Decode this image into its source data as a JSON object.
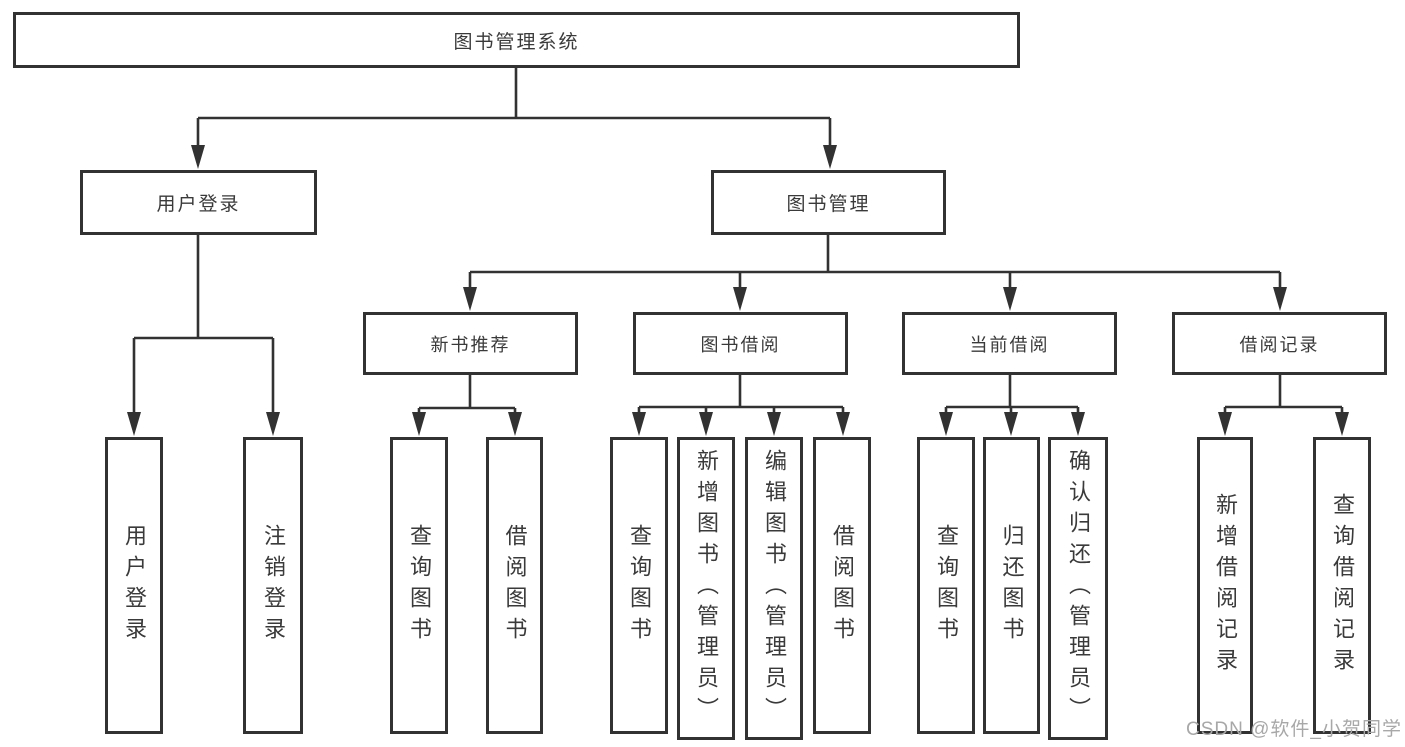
{
  "diagram": {
    "root": {
      "label": "图书管理系统"
    },
    "level2": [
      {
        "label": "用户登录"
      },
      {
        "label": "图书管理"
      }
    ],
    "level3": [
      {
        "label": "新书推荐"
      },
      {
        "label": "图书借阅"
      },
      {
        "label": "当前借阅"
      },
      {
        "label": "借阅记录"
      }
    ],
    "leaves": {
      "user_login": [
        {
          "label": "用户登录"
        },
        {
          "label": "注销登录"
        }
      ],
      "new_book": [
        {
          "label": "查询图书"
        },
        {
          "label": "借阅图书"
        }
      ],
      "book_borrow": [
        {
          "label": "查询图书"
        },
        {
          "label": "新增图书（管理员）"
        },
        {
          "label": "编辑图书（管理员）"
        },
        {
          "label": "借阅图书"
        }
      ],
      "current_borrow": [
        {
          "label": "查询图书"
        },
        {
          "label": "归还图书"
        },
        {
          "label": "确认归还（管理员）"
        }
      ],
      "borrow_record": [
        {
          "label": "新增借阅记录"
        },
        {
          "label": "查询借阅记录"
        }
      ]
    },
    "watermark": "CSDN @软件_小贺同学",
    "colors": {
      "line": "#323232",
      "text": "#3a3a3a",
      "watermark": "#a8a8a8",
      "background": "#ffffff"
    }
  }
}
